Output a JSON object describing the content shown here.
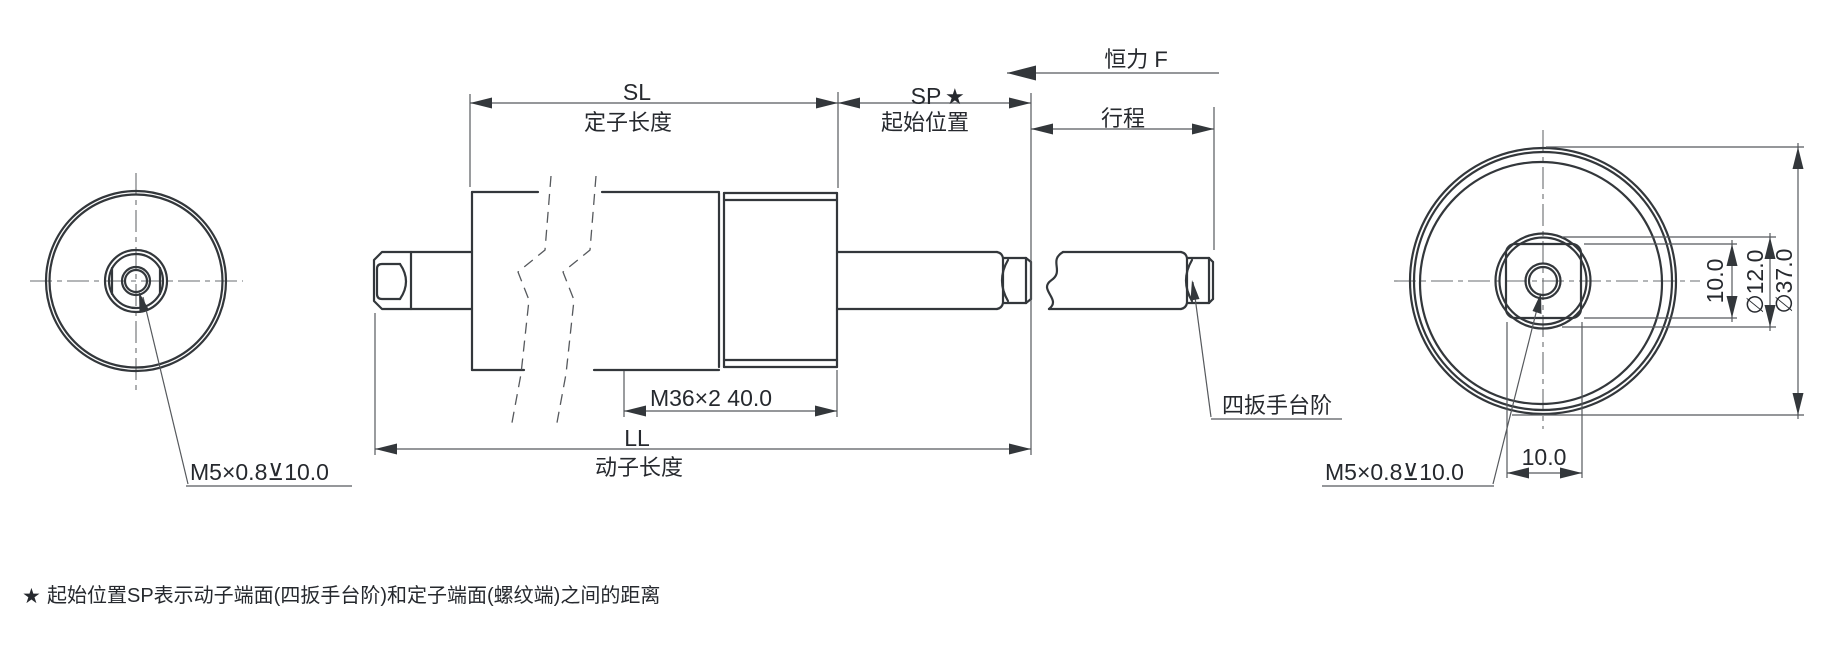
{
  "colors": {
    "line": "#33373b",
    "dim_line": "#56595d",
    "text": "#26292e",
    "accent_red": "#e23b2a",
    "background": "#ffffff"
  },
  "middle_view": {
    "sl_code": "SL",
    "sl_name": "定子长度",
    "sp_code": "SP",
    "sp_star": "★",
    "sp_name": "起始位置",
    "force_label": "恒力 F",
    "stroke_label": "行程",
    "thread_spec": "M36×2 40.0",
    "ll_code": "LL",
    "ll_name": "动子长度",
    "step_label": "四扳手台阶"
  },
  "left_view": {
    "tap_label": "M5×0.8⊻10.0"
  },
  "right_view": {
    "tap_label": "M5×0.8⊻10.0",
    "flat_width": "10.0",
    "flat_height": "10.0",
    "boss_diameter": "∅12.0",
    "outer_diameter": "∅37.0"
  },
  "footnote": {
    "star": "★",
    "text": "起始位置SP表示动子端面(四扳手台阶)和定子端面(螺纹端)之间的距离"
  }
}
